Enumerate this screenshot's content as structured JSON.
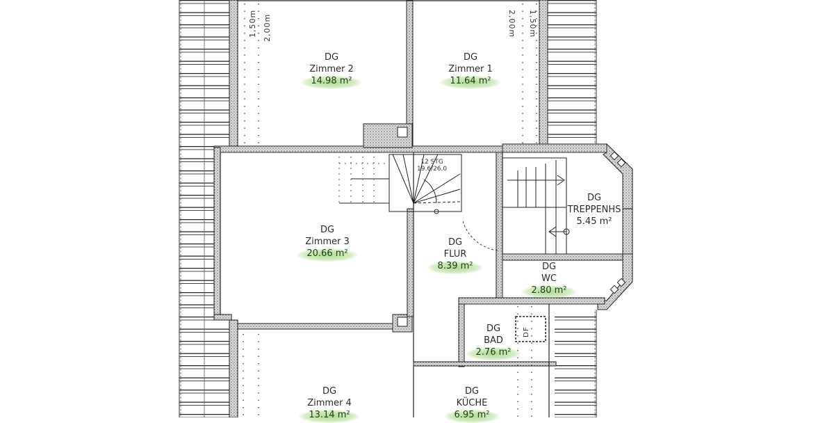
{
  "plan": {
    "floor": "DG",
    "unit": "m²",
    "rooms": [
      {
        "id": "zimmer2",
        "level": "DG",
        "name": "Zimmer 2",
        "area": "14.98 m²"
      },
      {
        "id": "zimmer1",
        "level": "DG",
        "name": "Zimmer 1",
        "area": "11.64 m²"
      },
      {
        "id": "zimmer3",
        "level": "DG",
        "name": "Zimmer 3",
        "area": "20.66 m²"
      },
      {
        "id": "flur",
        "level": "DG",
        "name": "FLUR",
        "area": "8.39 m²"
      },
      {
        "id": "treppenhaus",
        "level": "DG",
        "name": "TREPPENHS",
        "area": "5.45 m²"
      },
      {
        "id": "wc",
        "level": "DG",
        "name": "WC",
        "area": "2.80 m²"
      },
      {
        "id": "bad",
        "level": "DG",
        "name": "BAD",
        "area": "2.76 m²"
      },
      {
        "id": "zimmer4",
        "level": "DG",
        "name": "Zimmer 4",
        "area": "13.14 m²"
      },
      {
        "id": "kueche",
        "level": "DG",
        "name": "KÜCHE",
        "area": "6.95 m²"
      }
    ],
    "height_marks": {
      "left_150": "1,50m",
      "left_200": "2,00m",
      "right_200": "2,00m",
      "right_150": "1,50m"
    },
    "stair_note": {
      "line1": "12 STG",
      "line2": "19.6/26.0"
    },
    "skylight_label": "DF",
    "highlight_color": "#9ed17a"
  }
}
